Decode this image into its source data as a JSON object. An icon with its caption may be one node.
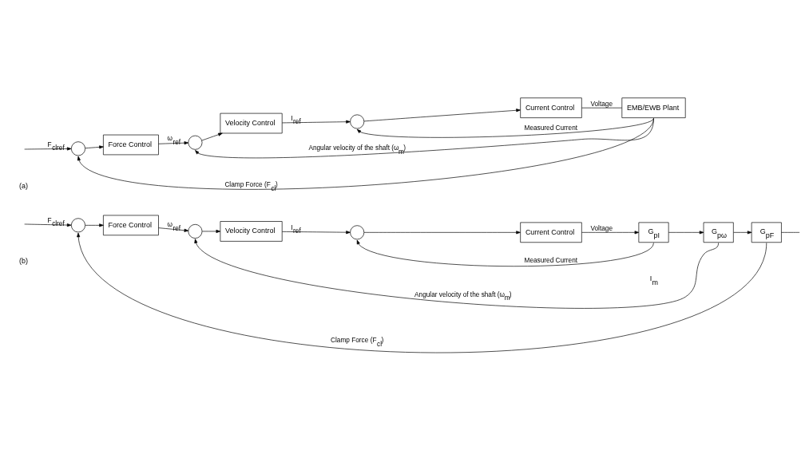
{
  "diagram": {
    "nodes": [
      {
        "text": [],
        "shape": "circle"
      },
      {
        "text": [
          "Force Control"
        ]
      },
      {
        "text": [],
        "shape": "circle"
      },
      {
        "text": [
          "Velocity Control"
        ]
      },
      {
        "text": [],
        "shape": "circle"
      },
      {
        "text": [
          "Current Control"
        ]
      },
      {
        "text": [
          "EMB/EWB Plant"
        ]
      },
      {
        "text": [],
        "shape": "circle"
      },
      {
        "text": [
          "Force Control"
        ]
      },
      {
        "text": [],
        "shape": "circle"
      },
      {
        "text": [
          "Velocity Control"
        ]
      },
      {
        "text": [],
        "shape": "circle"
      },
      {
        "text": [
          "Current Control"
        ]
      },
      {
        "text": [
          "G$_{pI}$"
        ]
      },
      {
        "text": [
          "G$_{pω}$"
        ]
      },
      {
        "text": [
          "G$_{pF}$"
        ]
      }
    ],
    "edges": [
      {
        "from": null,
        "to": 0,
        "arrow": "to",
        "label": "F$_{clref}$"
      },
      {
        "from": 0,
        "to": 1,
        "arrow": "to"
      },
      {
        "from": 1,
        "to": 2,
        "arrow": "to",
        "label": "ω$_{ref}$"
      },
      {
        "from": 2,
        "to": 3,
        "arrow": "to"
      },
      {
        "from": 3,
        "to": 4,
        "arrow": "to",
        "label": "I$_{ref}$"
      },
      {
        "from": 4,
        "to": 5,
        "arrow": "to"
      },
      {
        "from": 5,
        "to": 6,
        "arrow": "none",
        "label": "Voltage"
      },
      {
        "from": 6,
        "to": 4,
        "arrow": "to",
        "label": "Measured Current"
      },
      {
        "from": 6,
        "to": 2,
        "arrow": "to",
        "label": "Angular velocity of the shaft (ω$_{m}$)"
      },
      {
        "from": 6,
        "to": 0,
        "arrow": "to",
        "label": "Clamp Force (F$_{cl}$)"
      },
      {
        "from": null,
        "to": 7,
        "arrow": "to",
        "label": "F$_{clref}$"
      },
      {
        "from": 7,
        "to": 8,
        "arrow": "to"
      },
      {
        "from": 8,
        "to": 9,
        "arrow": "to",
        "label": "ω$_{ref}$"
      },
      {
        "from": 9,
        "to": 10,
        "arrow": "to"
      },
      {
        "from": 10,
        "to": 11,
        "arrow": "to",
        "label": "I$_{ref}$"
      },
      {
        "from": 11,
        "to": 12,
        "arrow": "to"
      },
      {
        "from": 12,
        "to": 13,
        "arrow": "to",
        "label": "Voltage"
      },
      {
        "from": 13,
        "to": 14,
        "arrow": "to"
      },
      {
        "from": 13,
        "to": 11,
        "arrow": "to",
        "label": "Measured Current"
      },
      {
        "from": 14,
        "to": 15,
        "arrow": "to"
      },
      {
        "from": 14,
        "to": 9,
        "arrow": "to",
        "label": "Angular velocity of the shaft (ω$_{m}$)"
      },
      {
        "from": 15,
        "to": null,
        "arrow": "none"
      },
      {
        "from": 15,
        "to": 7,
        "arrow": "to",
        "label": "Clamp Force (F$_{cl}$)"
      }
    ],
    "labels": [
      "(a)",
      "I$_{m}$",
      "(b)"
    ]
  }
}
